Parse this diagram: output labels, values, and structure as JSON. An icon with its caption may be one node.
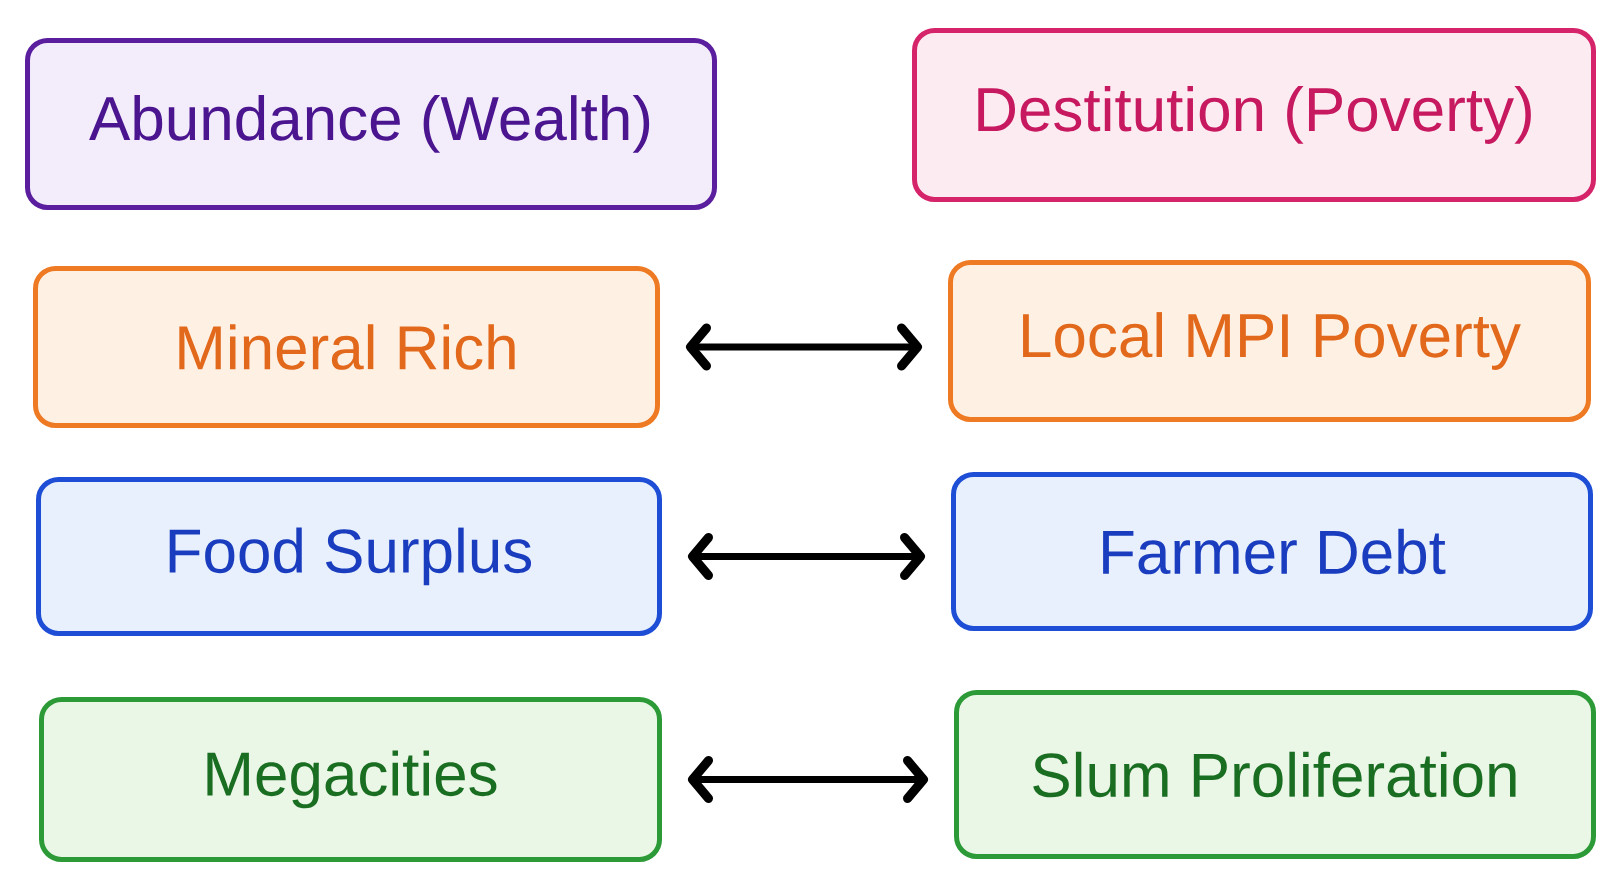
{
  "diagram": {
    "nodes": [
      {
        "text": [
          "Abundance (Wealth)"
        ]
      },
      {
        "text": [
          "Destitution (Poverty)"
        ]
      },
      {
        "text": [
          "Mineral Rich"
        ]
      },
      {
        "text": [
          "Local MPI Poverty"
        ]
      },
      {
        "text": [
          "Food Surplus"
        ]
      },
      {
        "text": [
          "Farmer Debt"
        ]
      },
      {
        "text": [
          "Megacities"
        ]
      },
      {
        "text": [
          "Slum Proliferation"
        ]
      }
    ],
    "edges": [
      {
        "from": 2,
        "to": 3,
        "arrow": "both"
      },
      {
        "from": 4,
        "to": 5,
        "arrow": "both"
      },
      {
        "from": 6,
        "to": 7,
        "arrow": "both"
      }
    ]
  }
}
